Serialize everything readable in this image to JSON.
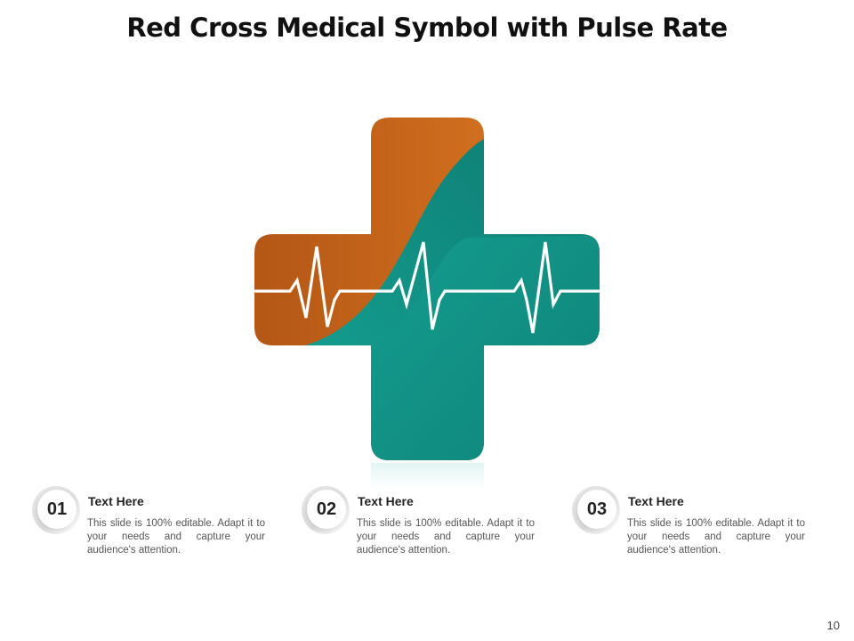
{
  "slide": {
    "title": "Red Cross Medical Symbol with Pulse Rate",
    "page_number": "10"
  },
  "colors": {
    "orange_dark": "#b35716",
    "orange_light": "#e07a22",
    "teal_dark": "#0e7a70",
    "teal_light": "#15a898",
    "pulse_line": "#ffffff"
  },
  "steps": [
    {
      "number": "01",
      "heading": "Text Here",
      "body": "This slide is 100% editable. Adapt it to your needs and capture your audience's attention."
    },
    {
      "number": "02",
      "heading": "Text Here",
      "body": "This slide is 100% editable. Adapt it to your needs and capture your audience's attention."
    },
    {
      "number": "03",
      "heading": "Text Here",
      "body": "This slide is 100% editable. Adapt it to your needs and capture your audience's attention."
    }
  ]
}
